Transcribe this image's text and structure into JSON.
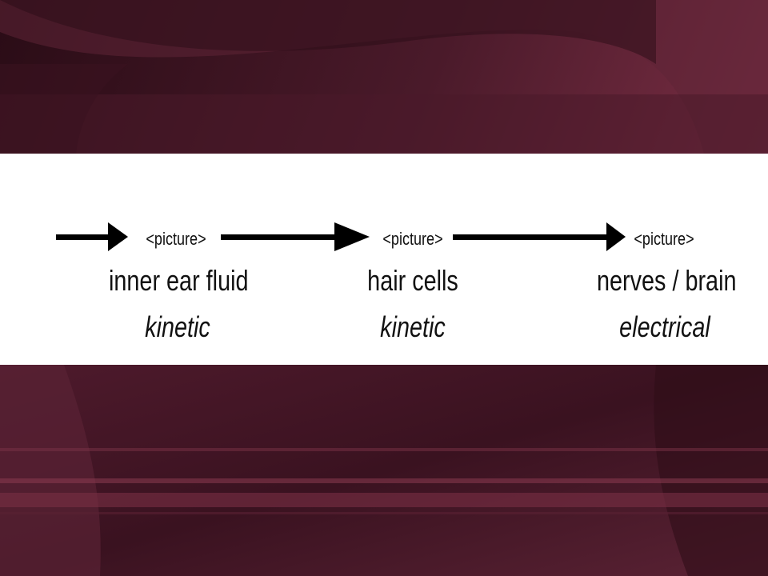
{
  "slide": {
    "colors": {
      "background_dark": "#2a0c16",
      "background_mid": "#5a2033",
      "background_light": "#7a2e44",
      "panel": "#ffffff",
      "text": "#111111"
    }
  },
  "diagram": {
    "stages": [
      {
        "picture_placeholder": "<picture>",
        "label": "inner ear fluid",
        "energy": "kinetic"
      },
      {
        "picture_placeholder": "<picture>",
        "label": "hair cells",
        "energy": "kinetic"
      },
      {
        "picture_placeholder": "<picture>",
        "label": "nerves / brain",
        "energy": "electrical"
      }
    ]
  }
}
